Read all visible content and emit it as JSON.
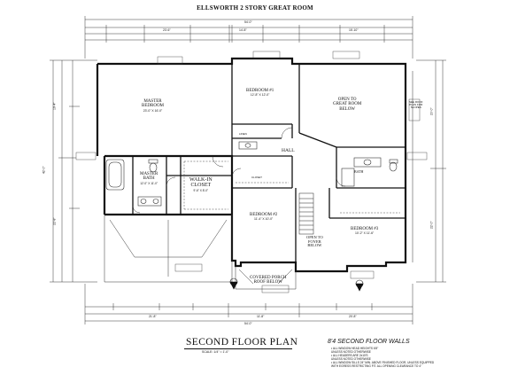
{
  "header": {
    "title": "ELLSWORTH 2 STORY GREAT ROOM"
  },
  "footer": {
    "plan_title": "SECOND FLOOR PLAN",
    "scale": "SCALE: 1/4\" = 1'-0\"",
    "notes_title": "8'4 SECOND FLOOR WALLS",
    "notes": [
      "• ALL WINDOW HEAD HEIGHTS 6'8\"",
      "  UNLESS NOTED OTHERWISE",
      "• ALL HEADERS ARE 2x10'S",
      "  UNLESS NOTED OTHERWISE",
      "• ALL WINDOW SILLS 24\" MIN. ABOVE FINISHED FLOOR, UNLESS EQUIPPED",
      "  WITH EGRESS RESTRICTING FIT. ALL OPENING CLEARANCE TO 4\""
    ]
  },
  "rooms": {
    "master_bedroom": {
      "name_line1": "MASTER",
      "name_line2": "BEDROOM",
      "size": "23'-0\" X 16'-0\""
    },
    "bedroom1": {
      "name": "BEDROOM #1",
      "size": "12'-8\" X 12'-0\""
    },
    "great_room": {
      "name_line1": "OPEN TO",
      "name_line2": "GREAT ROOM",
      "name_line3": "BELOW"
    },
    "master_bath": {
      "name_line1": "MASTER",
      "name_line2": "BATH",
      "size": "12'-0\" X 11'-0\""
    },
    "walk_in_closet": {
      "name_line1": "WALK-IN",
      "name_line2": "CLOSET",
      "size": "9'-6\" X 8'-0\""
    },
    "hall": {
      "name": "HALL"
    },
    "bath": {
      "name": "BATH"
    },
    "bedroom2": {
      "name": "BEDROOM #2",
      "size": "11'-4\" X 10'-0\""
    },
    "foyer": {
      "name_line1": "OPEN TO",
      "name_line2": "FOYER",
      "name_line3": "BELOW"
    },
    "bedroom3": {
      "name": "BEDROOM #3",
      "size": "10'-2\" X 11'-6\""
    },
    "porch_roof": {
      "name_line1": "COVERED PORCH",
      "name_line2": "ROOF BELOW"
    },
    "linen": {
      "name": "LINEN"
    },
    "closet": {
      "name": "CLOSET"
    },
    "roof_note": {
      "line1": "SEE ROOF",
      "line2": "PLAN FOR",
      "line3": "SLOPES"
    }
  },
  "dimensions": {
    "overall_width_top": "54'-0\"",
    "overall_width_bottom": "54'-0\"",
    "overall_depth": "42'-0\"",
    "top_1": "23'-6\"",
    "top_2": "14'-8\"",
    "top_3": "15'-10\"",
    "bottom_1": "21'-8\"",
    "bottom_2": "11'-8\"",
    "bottom_3": "20'-8\"",
    "left_1": "19'-4\"",
    "left_2": "22'-8\"",
    "right_1": "20'-0\"",
    "right_2": "22'-0\""
  }
}
